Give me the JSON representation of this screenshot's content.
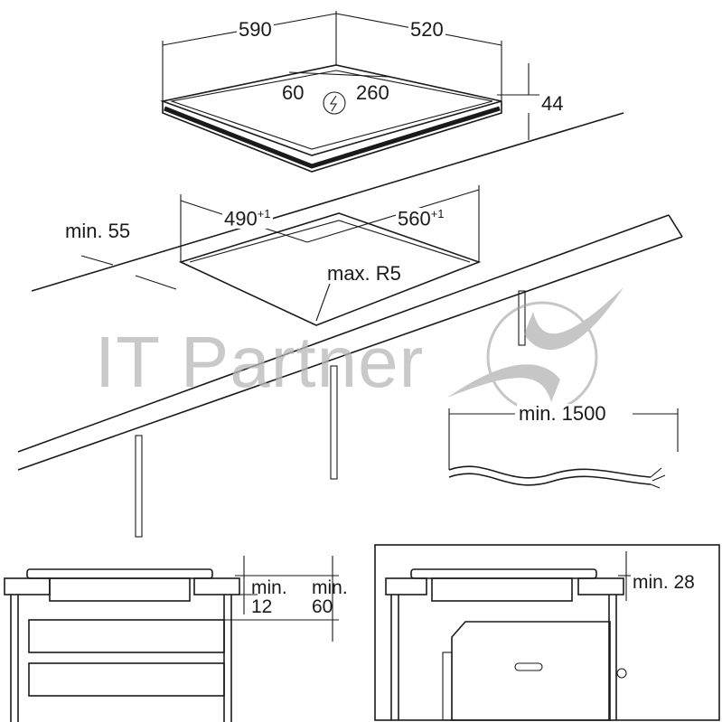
{
  "watermark": "IT Partner",
  "hob": {
    "width": "590",
    "depth": "520",
    "cable_offset_left": "60",
    "cable_offset_right": "260",
    "height": "44",
    "power_symbol": "lightning-icon"
  },
  "cutout": {
    "width": "490",
    "width_tol": "+1",
    "depth": "560",
    "depth_tol": "+1",
    "front_min": "min. 55",
    "corner_radius": "max. R5"
  },
  "cable": {
    "length": "min. 1500"
  },
  "section_left": {
    "gap_label_1": "min.",
    "gap_value_1": "12",
    "gap_label_2": "min.",
    "gap_value_2": "60"
  },
  "section_right": {
    "gap": "min. 28"
  }
}
